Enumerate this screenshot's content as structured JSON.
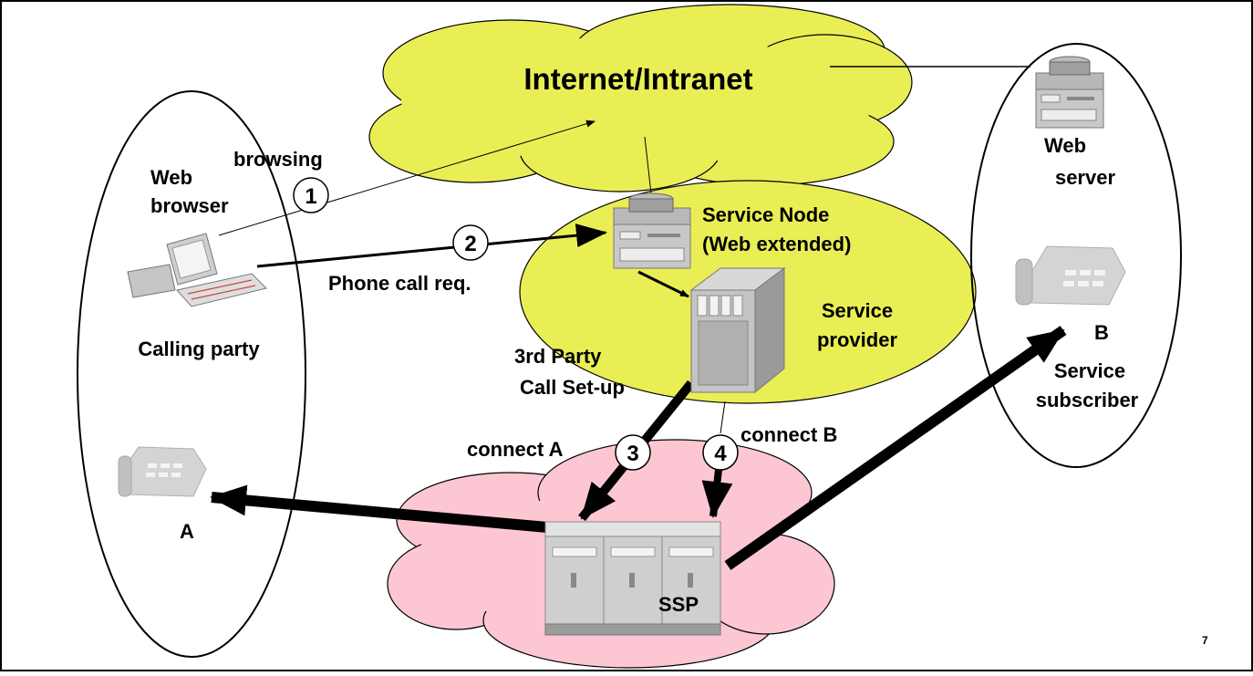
{
  "labels": {
    "internet": "Internet/Intranet",
    "browsing": "browsing",
    "web_browser_1": "Web",
    "web_browser_2": "browser",
    "calling_party": "Calling party",
    "phone_a": "A",
    "phone_call_req": "Phone call req.",
    "service_node_1": "Service Node",
    "service_node_2": "(Web extended)",
    "service_provider_1": "Service",
    "service_provider_2": "provider",
    "third_party_1": "3rd Party",
    "third_party_2": "Call Set-up",
    "connect_a": "connect A",
    "connect_b": "connect B",
    "ssp": "SSP",
    "web_server_1": "Web",
    "web_server_2": "server",
    "phone_b": "B",
    "subscriber_1": "Service",
    "subscriber_2": "subscriber",
    "page_number": "7"
  },
  "steps": [
    "1",
    "2",
    "3",
    "4"
  ],
  "colors": {
    "internet_cloud": "#eaee55",
    "service_cloud": "#eaee55",
    "ssp_cloud": "#fcc7d2",
    "equipment": "#c8c8c8"
  }
}
